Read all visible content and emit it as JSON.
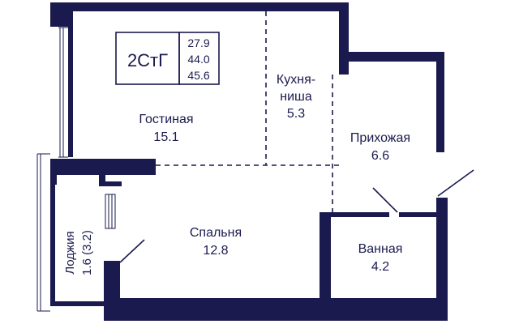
{
  "apartment": {
    "type_label": "2СтГ",
    "areas": [
      "27.9",
      "44.0",
      "45.6"
    ]
  },
  "rooms": {
    "living": {
      "name": "Гостиная",
      "area": "15.1"
    },
    "kitchen": {
      "name_line1": "Кухня-",
      "name_line2": "ниша",
      "area": "5.3"
    },
    "hall": {
      "name": "Прихожая",
      "area": "6.6"
    },
    "bedroom": {
      "name": "Спальня",
      "area": "12.8"
    },
    "bathroom": {
      "name": "Ванная",
      "area": "4.2"
    },
    "loggia": {
      "name": "Лоджия",
      "area": "1.6 (3.2)"
    }
  },
  "colors": {
    "wall": "#1a1a4e",
    "background": "#ffffff"
  }
}
